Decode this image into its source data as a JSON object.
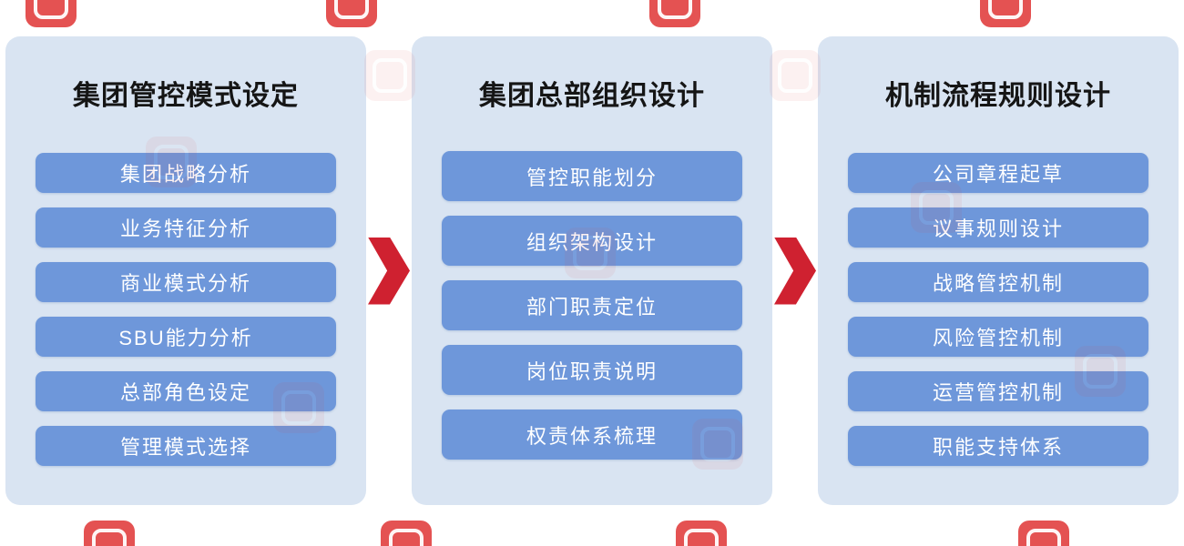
{
  "columns": [
    {
      "title": "集团管控模式设定",
      "items": [
        "集团战略分析",
        "业务特征分析",
        "商业模式分析",
        "SBU能力分析",
        "总部角色设定",
        "管理模式选择"
      ]
    },
    {
      "title": "集团总部组织设计",
      "items": [
        "管控职能划分",
        "组织架构设计",
        "部门职责定位",
        "岗位职责说明",
        "权责体系梳理"
      ]
    },
    {
      "title": "机制流程规则设计",
      "items": [
        "公司章程起草",
        "议事规则设计",
        "战略管控机制",
        "风险管控机制",
        "运营管控机制",
        "职能支持体系"
      ]
    }
  ],
  "icons": {
    "arrow": "right-chevron-arrow",
    "watermark": "red-rounded-square-logo"
  },
  "colors": {
    "panel_bg": "#d9e4f2",
    "item_bg": "#6e97da",
    "item_text": "#ffffff",
    "title_text": "#151515",
    "arrow": "#cf2130",
    "watermark": "#e24444",
    "page_bg": "#ffffff"
  }
}
